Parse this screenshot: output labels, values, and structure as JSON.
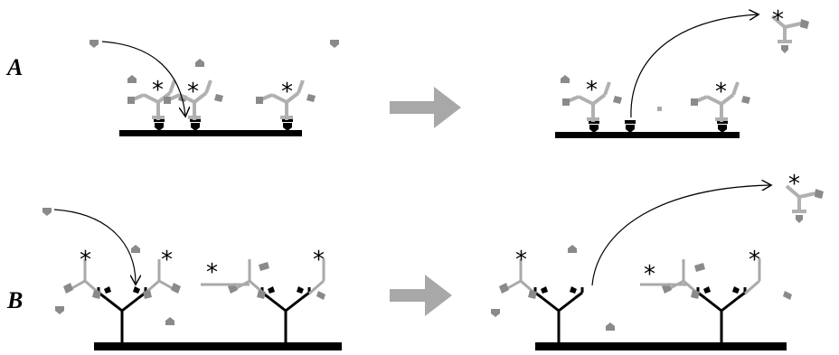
{
  "panels": [
    {
      "label": "A"
    },
    {
      "label": "B"
    }
  ],
  "label_symbol": "*",
  "colors": {
    "surface": "#000000",
    "antibody": "#a9a9a9",
    "label_piece": "#8a8a8a",
    "arrow": "#a8a8a8",
    "capture": "#000000"
  },
  "icons": {
    "process_arrow": "block-arrow-right",
    "path_arrow": "curved-arrow"
  }
}
